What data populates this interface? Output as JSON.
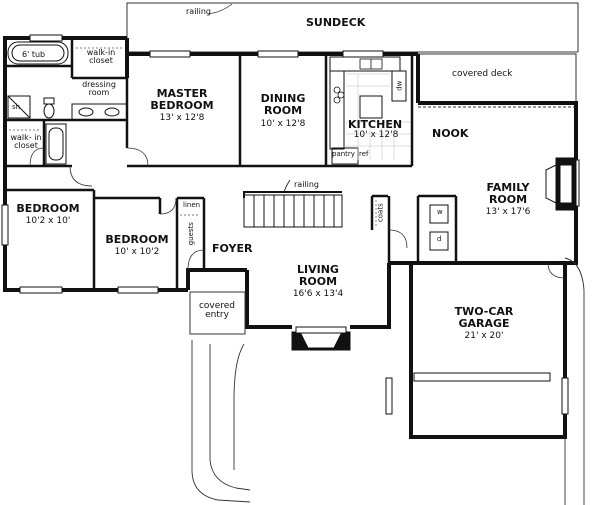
{
  "rooms": {
    "sundeck": {
      "name": "SUNDECK"
    },
    "railing_top": {
      "name": "railing"
    },
    "covered_deck": {
      "name": "covered deck"
    },
    "tub": {
      "name": "6' tub"
    },
    "walkin_closet_top": {
      "name": "walk-in closet"
    },
    "dressing_room": {
      "name": "dressing room"
    },
    "sh": {
      "name": "sh"
    },
    "walkin_closet_left": {
      "name": "walk- in closet"
    },
    "master_bedroom": {
      "name": "MASTER BEDROOM",
      "size": "13' x 12'8"
    },
    "dining_room": {
      "name": "DINING ROOM",
      "size": "10' x 12'8"
    },
    "kitchen": {
      "name": "KITCHEN",
      "size": "10' x 12'8"
    },
    "pantry": {
      "name": "pantry"
    },
    "ref": {
      "name": "ref"
    },
    "dw": {
      "name": "dw"
    },
    "nook": {
      "name": "NOOK"
    },
    "family_room": {
      "name": "FAMILY ROOM",
      "size": "13' x 17'6"
    },
    "bedroom_left": {
      "name": "BEDROOM",
      "size": "10'2 x 10'"
    },
    "bedroom_mid": {
      "name": "BEDROOM",
      "size": "10' x 10'2"
    },
    "linen": {
      "name": "linen"
    },
    "guests": {
      "name": "guests"
    },
    "railing_stair": {
      "name": "railing"
    },
    "coats": {
      "name": "coats"
    },
    "washer": {
      "name": "w"
    },
    "dryer": {
      "name": "d"
    },
    "foyer": {
      "name": "FOYER"
    },
    "living_room": {
      "name": "LIVING ROOM",
      "size": "16'6 x 13'4"
    },
    "covered_entry": {
      "name": "covered entry"
    },
    "garage": {
      "name": "TWO-CAR GARAGE",
      "size": "21' x 20'"
    }
  },
  "colors": {
    "wall": "#111111",
    "background": "#ffffff",
    "line": "#333333"
  }
}
